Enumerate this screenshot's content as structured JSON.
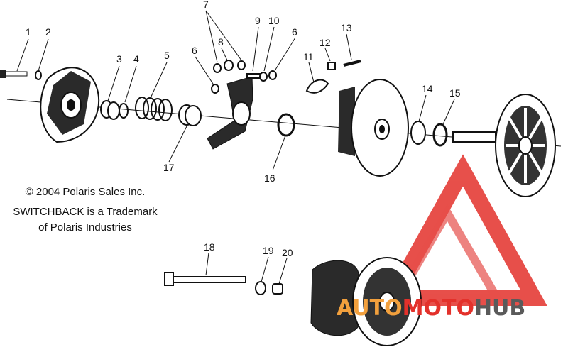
{
  "callouts": [
    "1",
    "2",
    "3",
    "4",
    "5",
    "6",
    "7",
    "8",
    "9",
    "10",
    "6",
    "11",
    "12",
    "13",
    "14",
    "15",
    "16",
    "17",
    "18",
    "19",
    "20"
  ],
  "copyright": {
    "line1": "© 2004 Polaris Sales Inc.",
    "line2": "SWITCHBACK is a Trademark",
    "line3": "of Polaris Industries"
  },
  "watermark": {
    "part1": "AUTO",
    "part2": "MOTO",
    "part3": "HUB",
    "color_red": "#e3312b",
    "color_orange": "#f2a03d",
    "color_gray": "#5a5a5a"
  }
}
